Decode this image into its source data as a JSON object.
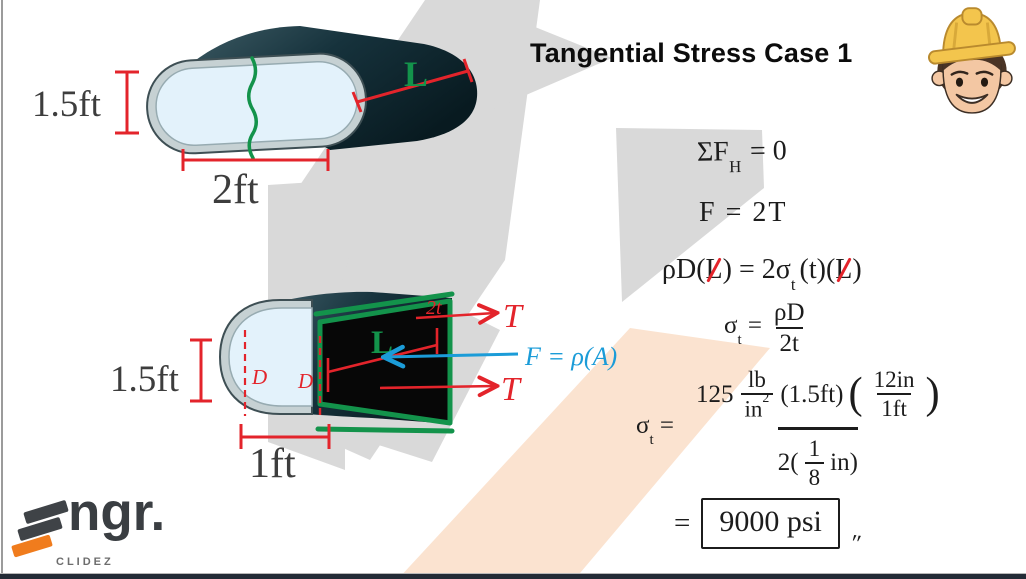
{
  "title": "Tangential Stress Case 1",
  "colors": {
    "annotation_red": "#e3242b",
    "annotation_green": "#13934b",
    "annotation_blue": "#1b9cd8",
    "ink": "#1c1c1c",
    "tube_dark": "#12303a",
    "tube_face_blue": "#e3f2fb",
    "ribbon_gray": "#d9d9d9",
    "ribbon_peach": "#fbe3d0",
    "logo_orange": "#f07c1d",
    "logo_gray": "#3f4347"
  },
  "icons": {
    "avatar": "engineer-hardhat-avatar",
    "logo_mark": "engr-logo-slashes"
  },
  "top_diagram": {
    "height_label": "1.5ft",
    "width_label": "2ft",
    "length_label": "L"
  },
  "bottom_diagram": {
    "height_label": "1.5ft",
    "width_label": "1ft",
    "length_label": "L",
    "thickness_label": "2t",
    "inner_diameter_label_left": "D",
    "inner_diameter_label_right": "D",
    "tension_top_label": "T",
    "tension_bottom_label": "T",
    "force_label": "F = ρ(A)"
  },
  "equations": {
    "eq1_lhs": "ΣF",
    "eq1_sub": "H",
    "eq1_rhs": "= 0",
    "eq2": "F = 2T",
    "eq3_p1": "ρD(",
    "eq3_struck1": "L",
    "eq3_p2": ") = 2σ",
    "eq3_sub": "t",
    "eq3_p3": "(t)(",
    "eq3_struck2": "L",
    "eq3_p4": ")",
    "eq4_sym": "σ",
    "eq4_sub": "t",
    "eq4_equals": "=",
    "eq4_num": "ρD",
    "eq4_den": "2t",
    "eq5_sym": "σ",
    "eq5_sub": "t",
    "eq5_equals": "=",
    "eq5_coeff": "125",
    "eq5_unit_num": "lb",
    "eq5_unit_den": "in",
    "eq5_unit_exp": "2",
    "eq5_factor": "(1.5ft)",
    "eq5_open_paren": "(",
    "eq5_conv_num": "12in",
    "eq5_conv_den": "1ft",
    "eq5_close_paren": ")",
    "eq5_den_pre": "2(",
    "eq5_den_num": "1",
    "eq5_den_den": "8",
    "eq5_den_post": "in)",
    "result_equals": "=",
    "result_value": "9000 psi",
    "result_mark": "″"
  },
  "logo": {
    "name": "ngr.",
    "tagline": "CLIDEZ"
  }
}
